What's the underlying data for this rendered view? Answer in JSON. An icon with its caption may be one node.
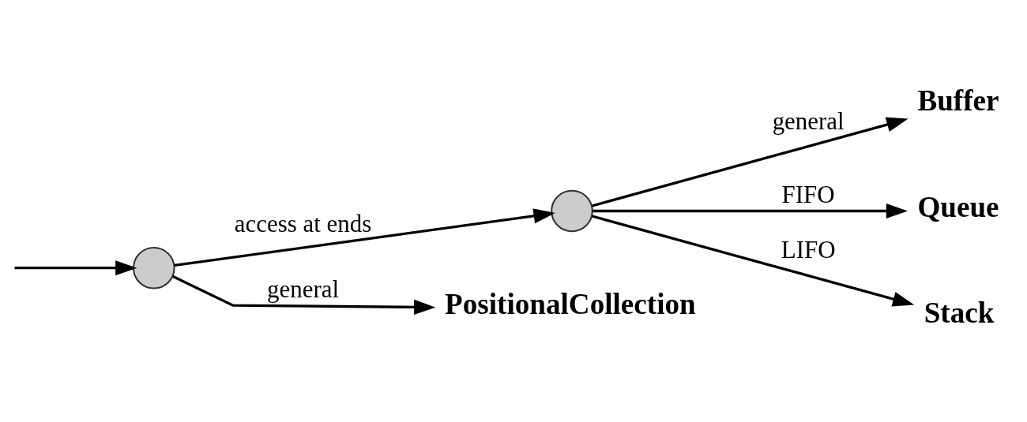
{
  "diagram": {
    "nodes": [
      {
        "text": [],
        "shape": "circle"
      },
      {
        "text": [],
        "shape": "circle"
      },
      {
        "text": [
          "PositionalCollection"
        ]
      },
      {
        "text": [
          "Buffer"
        ]
      },
      {
        "text": [
          "Queue"
        ]
      },
      {
        "text": [
          "Stack"
        ]
      }
    ],
    "edges": [
      {
        "from": null,
        "to": 0,
        "arrow": "to"
      },
      {
        "from": 0,
        "to": 2,
        "arrow": "to",
        "label": "general"
      },
      {
        "from": 0,
        "to": 1,
        "arrow": "to",
        "label": "access at ends"
      },
      {
        "from": 1,
        "to": 3,
        "arrow": "to",
        "label": "general"
      },
      {
        "from": 1,
        "to": 4,
        "arrow": "to",
        "label": "FIFO"
      },
      {
        "from": 1,
        "to": 5,
        "arrow": "to",
        "label": "LIFO"
      }
    ]
  }
}
